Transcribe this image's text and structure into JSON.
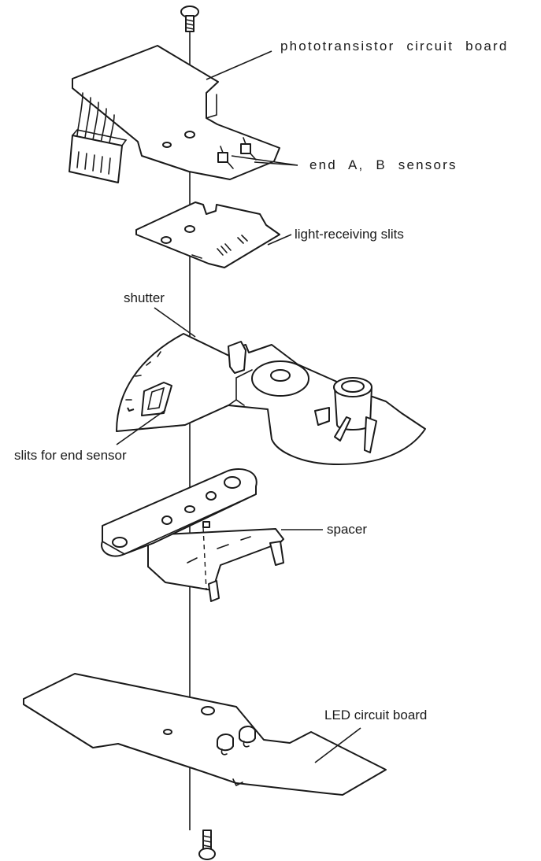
{
  "labels": {
    "phototransistor_board": "phototransistor circuit board",
    "end_sensors": "end A, B sensors",
    "light_receiving_slits": "light-receiving slits",
    "shutter": "shutter",
    "slits_for_end_sensor": "slits for end sensor",
    "spacer": "spacer",
    "led_board": "LED circuit board"
  },
  "colors": {
    "ink": "#1a1a1a",
    "paper": "#ffffff"
  }
}
